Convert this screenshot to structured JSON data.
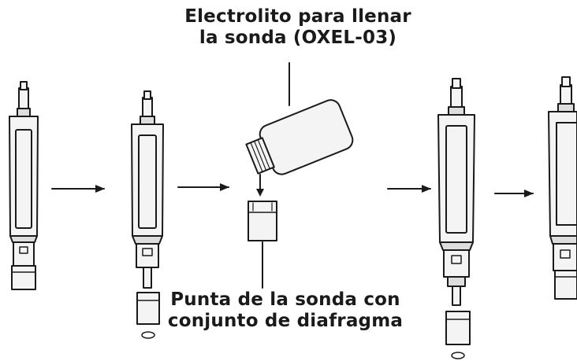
{
  "labels": {
    "electrolyte": {
      "line1": "Electrolito para llenar",
      "line2": "la sonda (OXEL-03)"
    },
    "probe_tip": {
      "line1": "Punta de la sonda con",
      "line2": "conjunto de diafragma"
    }
  },
  "colors": {
    "ink": "#1a1a1a",
    "background": "#ffffff",
    "fill_light": "#f4f4f4",
    "fill_mid": "#dddddd"
  }
}
